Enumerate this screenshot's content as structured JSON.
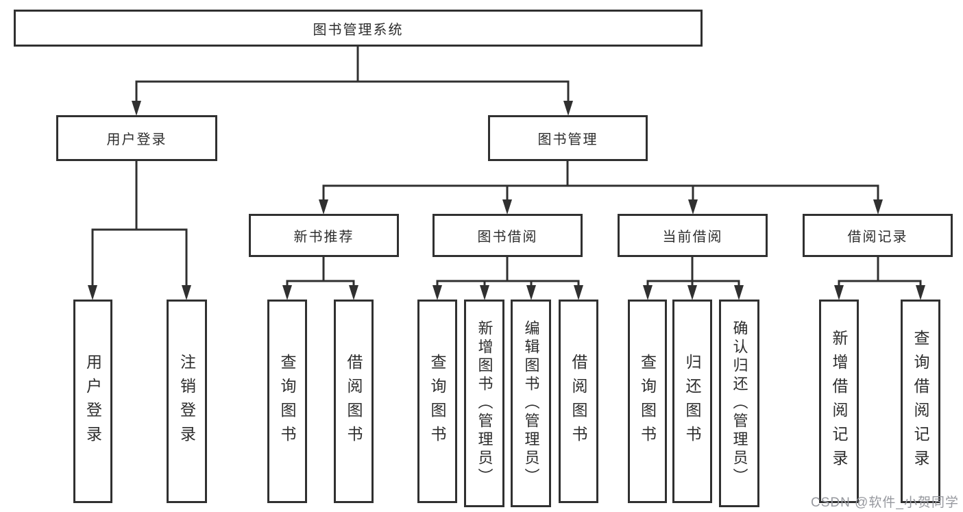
{
  "diagram": {
    "root": {
      "label": "图书管理系统"
    },
    "level1": [
      {
        "label": "用户登录"
      },
      {
        "label": "图书管理"
      }
    ],
    "level2": [
      {
        "label": "新书推荐"
      },
      {
        "label": "图书借阅"
      },
      {
        "label": "当前借阅"
      },
      {
        "label": "借阅记录"
      }
    ],
    "leaves": {
      "user_login": [
        "用户登录",
        "注销登录"
      ],
      "new_book_rec": [
        "查询图书",
        "借阅图书"
      ],
      "book_borrowing": [
        "查询图书",
        "新增图书（管理员）",
        "编辑图书（管理员）",
        "借阅图书"
      ],
      "current_borrowing": [
        "查询图书",
        "归还图书",
        "确认归还（管理员）"
      ],
      "borrowing_records": [
        "新增借阅记录",
        "查询借阅记录"
      ]
    }
  },
  "watermark": "CSDN @软件_小贺同学",
  "colors": {
    "line": "#303030",
    "text": "#2d2d2d",
    "watermark": "#96989e",
    "background": "#ffffff"
  }
}
